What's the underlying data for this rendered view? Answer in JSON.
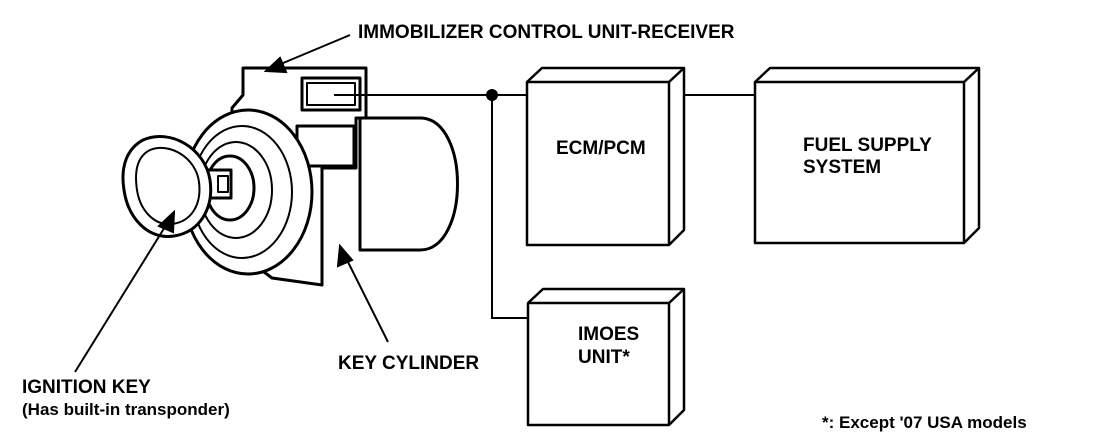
{
  "labels": {
    "immobilizer": "IMMOBILIZER CONTROL UNIT-RECEIVER",
    "key_cylinder": "KEY CYLINDER",
    "ignition_key": "IGNITION KEY",
    "ignition_key_note": "(Has built-in transponder)",
    "footnote": "*: Except '07 USA models"
  },
  "boxes": {
    "ecm": {
      "line1": "ECM/PCM"
    },
    "fuel": {
      "line1": "FUEL SUPPLY",
      "line2": "SYSTEM"
    },
    "imoes": {
      "line1": "IMOES",
      "line2": "UNIT*"
    }
  }
}
